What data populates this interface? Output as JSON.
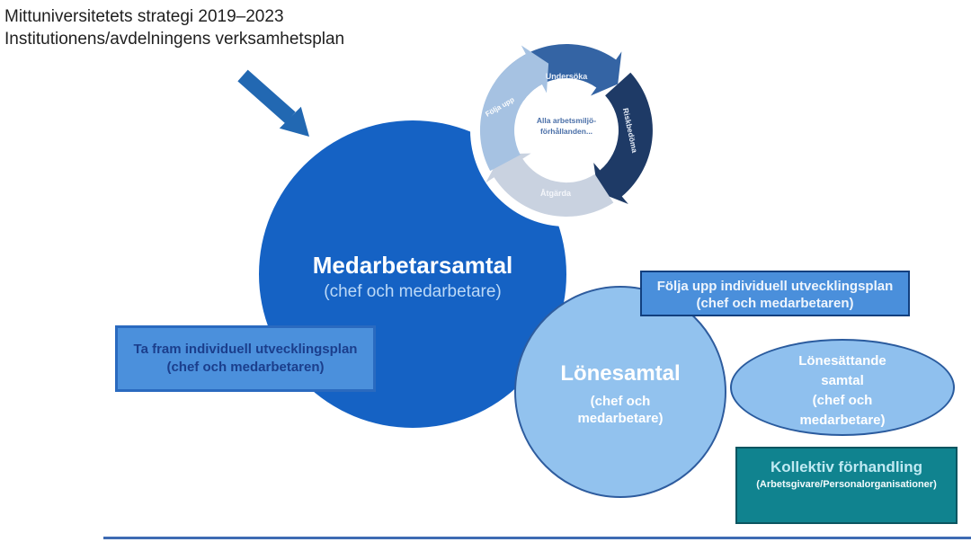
{
  "page": {
    "background": "#ffffff",
    "accent_blue": "#1562c4",
    "accent_light_blue": "#92c2ee",
    "accent_mid_blue": "#4b90dc",
    "accent_teal": "#10838f"
  },
  "header": {
    "line1": "Mittuniversitetets strategi 2019–2023",
    "line2": "Institutionens/avdelningens verksamhetsplan"
  },
  "cycle": {
    "center_line1": "Alla arbetsmiljö-",
    "center_line2": "förhållanden...",
    "steps": [
      {
        "label": "Undersöka",
        "color": "#3464a4"
      },
      {
        "label": "Riskbedöma",
        "color": "#1e3a66"
      },
      {
        "label": "Åtgärda",
        "color": "#c9d2e0"
      },
      {
        "label": "Följa upp",
        "color": "#a6c2e2"
      }
    ]
  },
  "nodes": {
    "medarbetarsamtal": {
      "title": "Medarbetarsamtal",
      "subtitle": "(chef och medarbetare)",
      "fill": "#1562c4"
    },
    "lonesamtal": {
      "title": "Lönesamtal",
      "subtitle_line1": "(chef och",
      "subtitle_line2": "medarbetare)",
      "fill": "#92c2ee"
    },
    "ta_fram_plan": {
      "line1": "Ta fram individuell utvecklingsplan",
      "line2": "(chef och medarbetaren)",
      "fill": "#4b90dc"
    },
    "folja_upp_plan": {
      "line1": "Följa upp individuell utvecklingsplan",
      "line2": "(chef och medarbetaren)",
      "fill": "#4a8fdb"
    },
    "lonesattande_samtal": {
      "line1": "Lönesättande",
      "line2": "samtal",
      "line3": "(chef och",
      "line4": "medarbetare)",
      "fill": "#8fc0ee"
    },
    "kollektiv_forhandling": {
      "line1": "Kollektiv förhandling",
      "line2": "(Arbetsgivare/Personalorganisationer)",
      "fill": "#10838f"
    }
  }
}
